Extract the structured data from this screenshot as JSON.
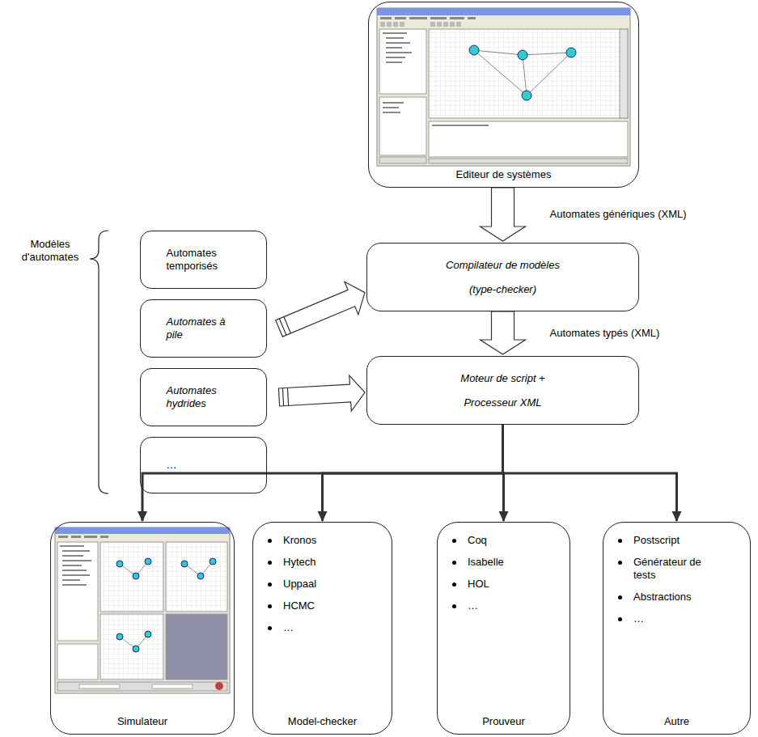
{
  "diagram": {
    "nodes": [
      {
        "text": [
          "Editeur de systèmes"
        ]
      },
      {
        "text": [
          "Compilateur de modèles",
          "(type-checker)"
        ]
      },
      {
        "text": [
          "Moteur de script +",
          "Processeur XML"
        ]
      },
      {
        "text": [
          "Automates temporisés"
        ]
      },
      {
        "text": [
          "Automates à pile"
        ]
      },
      {
        "text": [
          "Automates hydrides"
        ]
      },
      {
        "text": [
          "…"
        ]
      },
      {
        "text": [
          "Simulateur"
        ]
      },
      {
        "text": [
          "Kronos",
          "Hytech",
          "Uppaal",
          "HCMC",
          "…",
          "Model-checker"
        ]
      },
      {
        "text": [
          "Coq",
          "Isabelle",
          "HOL",
          "…",
          "Prouveur"
        ]
      },
      {
        "text": [
          "Postscript",
          "Générateur de tests",
          "Abstractions",
          "…",
          "Autre"
        ]
      }
    ],
    "edges": [
      {
        "from": 0,
        "to": 1,
        "arrow": "to",
        "label": "Automates génériques (XML)"
      },
      {
        "from": 1,
        "to": 2,
        "arrow": "to",
        "label": "Automates typés (XML)"
      },
      {
        "from": 4,
        "to": 1,
        "arrow": "to"
      },
      {
        "from": 5,
        "to": 2,
        "arrow": "to"
      },
      {
        "from": 2,
        "to": 7,
        "arrow": "to"
      },
      {
        "from": 2,
        "to": 8,
        "arrow": "to"
      },
      {
        "from": 2,
        "to": 9,
        "arrow": "to"
      },
      {
        "from": 2,
        "to": 10,
        "arrow": "to"
      }
    ],
    "labels": [
      "Modèles d'automates"
    ]
  }
}
